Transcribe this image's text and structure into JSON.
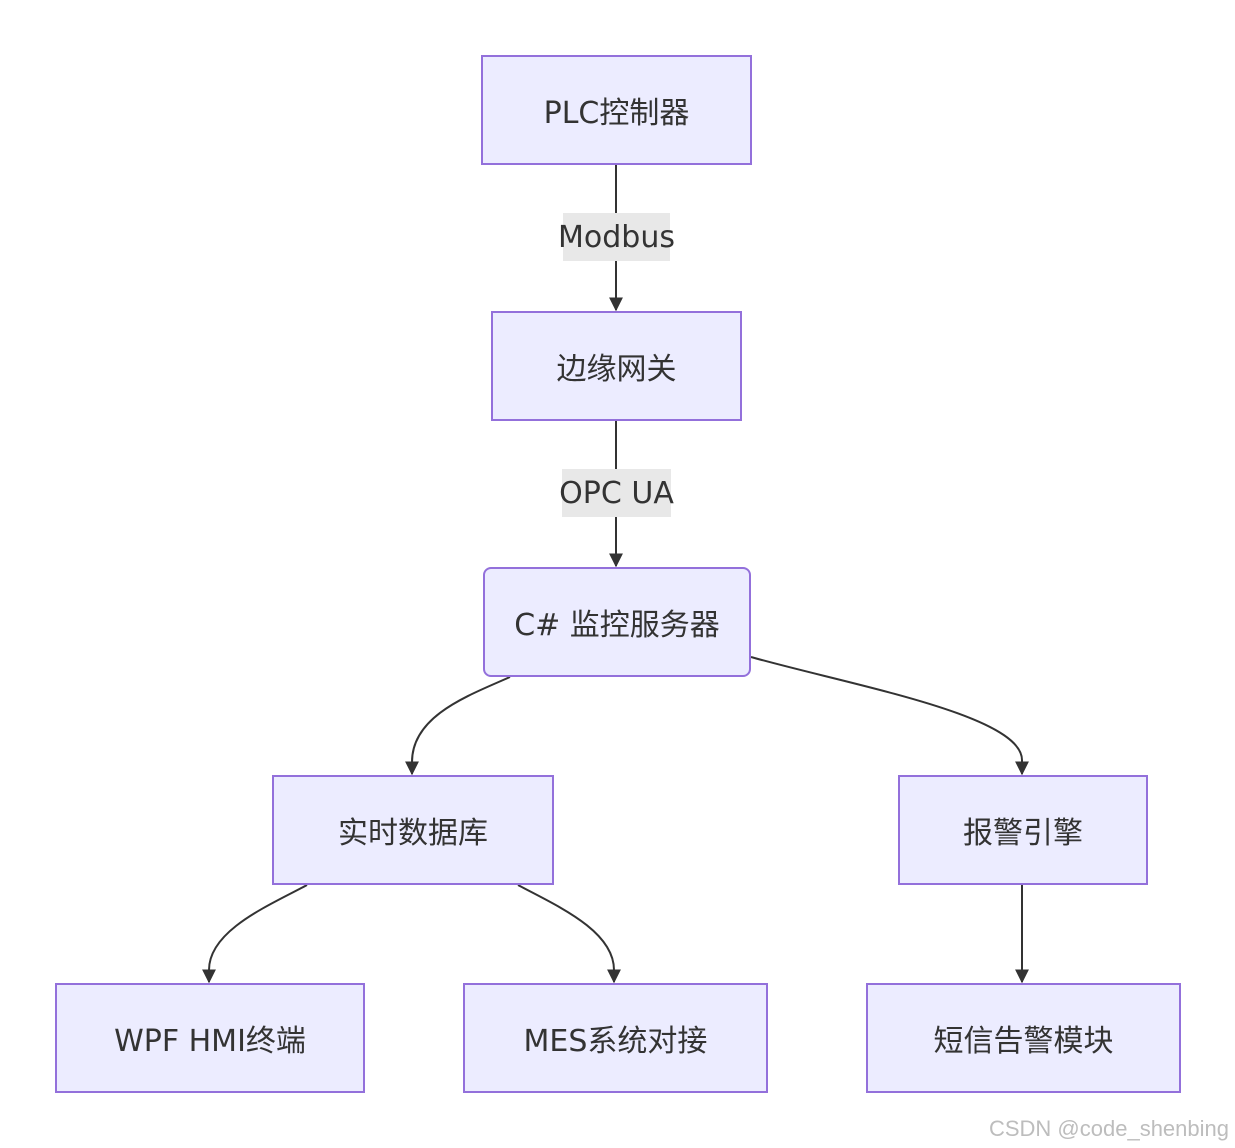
{
  "nodes": {
    "plc": "PLC控制器",
    "gateway": "边缘网关",
    "server": "C# 监控服务器",
    "rtdb": "实时数据库",
    "alarm": "报警引擎",
    "wpf": "WPF HMI终端",
    "mes": "MES系统对接",
    "sms": "短信告警模块"
  },
  "edge_labels": {
    "plc_gateway": "Modbus",
    "gateway_server": "OPC UA"
  },
  "watermark": "CSDN @code_shenbing",
  "colors": {
    "node_fill": "#ececff",
    "node_border": "#9370db",
    "edge": "#333333",
    "label_bg": "#e8e8e8"
  }
}
